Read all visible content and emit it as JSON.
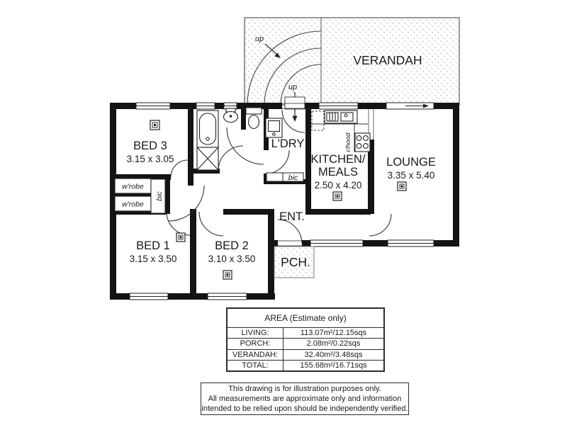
{
  "colors": {
    "wall": "#141414",
    "thin_line": "#333333",
    "stipple": "#c6c6c6"
  },
  "floorplan": {
    "verandah": {
      "label": "VERANDAH",
      "up_step_1": "up",
      "up_step_2": "up"
    },
    "rooms": {
      "bed3": {
        "name": "BED 3",
        "dims": "3.15 x 3.05"
      },
      "bed1": {
        "name": "BED 1",
        "dims": "3.15 x 3.50"
      },
      "bed2": {
        "name": "BED 2",
        "dims": "3.10 x 3.50"
      },
      "laundry": {
        "name": "L'DRY"
      },
      "kitchen": {
        "name_line1": "KITCHEN/",
        "name_line2": "MEALS",
        "dims": "2.50 x 4.20"
      },
      "lounge": {
        "name": "LOUNGE",
        "dims": "3.35 x 5.40"
      },
      "entry": {
        "name": "ENT."
      },
      "porch": {
        "name": "PCH."
      }
    },
    "fixtures": {
      "wrobe_top": "w'robe",
      "wrobe_bottom": "w'robe",
      "bic_hall": "bic",
      "bic_entry": "bic",
      "rangehood": "r/hood"
    }
  },
  "area_table": {
    "title": "AREA (Estimate only)",
    "rows": [
      {
        "label": "LIVING:",
        "value": "113.07m²/12.15sqs"
      },
      {
        "label": "PORCH:",
        "value": "2.08m²/0.22sqs"
      },
      {
        "label": "VERANDAH:",
        "value": "32.40m²/3.48sqs"
      },
      {
        "label": "TOTAL:",
        "value": "155.68m²/16.71sqs"
      }
    ]
  },
  "disclaimer": {
    "line1": "This drawing is for illustration purposes only.",
    "line2": "All measurements are approximate only and information",
    "line3": "intended to be relied upon should be independently verified."
  }
}
